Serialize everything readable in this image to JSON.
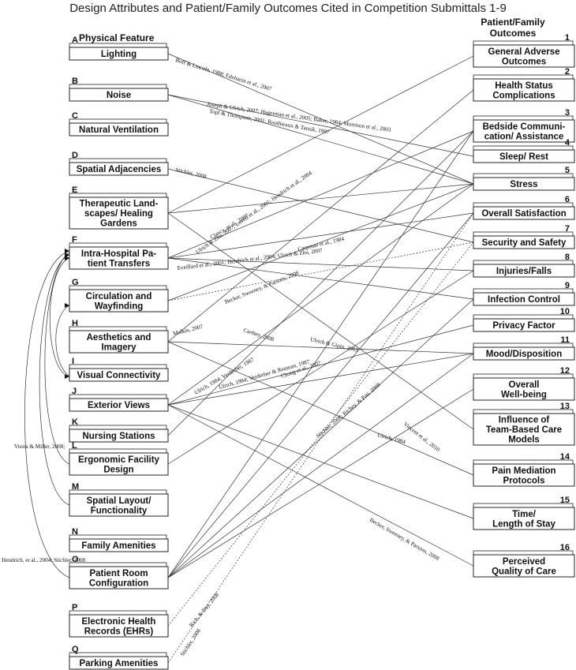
{
  "title": "Design Attributes and Patient/Family Outcomes Cited in Competition Submittals 1-9",
  "left_header": "Physical Feature",
  "right_header": [
    "Patient/Family",
    "Outcomes"
  ],
  "features": [
    {
      "letter": "A",
      "lines": [
        "Lighting"
      ]
    },
    {
      "letter": "B",
      "lines": [
        "Noise"
      ]
    },
    {
      "letter": "C",
      "lines": [
        "Natural Ventilation"
      ]
    },
    {
      "letter": "D",
      "lines": [
        "Spatial Adjacencies"
      ]
    },
    {
      "letter": "E",
      "lines": [
        "Therapeutic Land-",
        "scapes/ Healing",
        "Gardens"
      ]
    },
    {
      "letter": "F",
      "lines": [
        "Intra-Hospital Pa-",
        "tient Transfers"
      ]
    },
    {
      "letter": "G",
      "lines": [
        "Circulation and",
        "Wayfinding"
      ]
    },
    {
      "letter": "H",
      "lines": [
        "Aesthetics and",
        "Imagery"
      ]
    },
    {
      "letter": "I",
      "lines": [
        "Visual Connectivity"
      ]
    },
    {
      "letter": "J",
      "lines": [
        "Exterior Views"
      ]
    },
    {
      "letter": "K",
      "lines": [
        "Nursing Stations"
      ]
    },
    {
      "letter": "L",
      "lines": [
        "Ergonomic Facility",
        "Design"
      ]
    },
    {
      "letter": "M",
      "lines": [
        "Spatial Layout/",
        "Functionality"
      ]
    },
    {
      "letter": "N",
      "lines": [
        "Family Amenities"
      ]
    },
    {
      "letter": "O",
      "lines": [
        "Patient Room",
        "Configuration"
      ]
    },
    {
      "letter": "P",
      "lines": [
        "Electronic Health",
        "Records (EHRs)"
      ]
    },
    {
      "letter": "Q",
      "lines": [
        "Parking Amenities"
      ]
    }
  ],
  "outcomes": [
    {
      "number": "1",
      "lines": [
        "General Adverse",
        "Outcomes"
      ]
    },
    {
      "number": "2",
      "lines": [
        "Health Status",
        "Complications"
      ]
    },
    {
      "number": "3",
      "lines": [
        "Bedside Communi-",
        "cation/ Assistance"
      ]
    },
    {
      "number": "4",
      "lines": [
        "Sleep/ Rest"
      ]
    },
    {
      "number": "5",
      "lines": [
        "Stress"
      ]
    },
    {
      "number": "6",
      "lines": [
        "Overall Satisfaction"
      ]
    },
    {
      "number": "7",
      "lines": [
        "Security and Safety"
      ]
    },
    {
      "number": "8",
      "lines": [
        "Injuries/Falls"
      ]
    },
    {
      "number": "9",
      "lines": [
        "Infection Control"
      ]
    },
    {
      "number": "10",
      "lines": [
        "Privacy Factor"
      ]
    },
    {
      "number": "11",
      "lines": [
        "Mood/Disposition"
      ]
    },
    {
      "number": "12",
      "lines": [
        "Overall",
        "Well-being"
      ]
    },
    {
      "number": "13",
      "lines": [
        "Influence of",
        "Team-Based Care",
        "Models"
      ]
    },
    {
      "number": "14",
      "lines": [
        "Pain Mediation",
        "Protocols"
      ]
    },
    {
      "number": "15",
      "lines": [
        "Time/",
        "Length of Stay"
      ]
    },
    {
      "number": "16",
      "lines": [
        "Perceived",
        "Quality of Care"
      ]
    }
  ],
  "citations": [
    "Boff & Lincoln, 1988; Edelstein et al., 2007",
    "Joseph & Ulrich, 2007; Hagerman et al., 2005; Baker, 1984; Morrison et al., 2003",
    "Topf & Thompson, 2001; Routhieaux & Tansik, 1997",
    "Stichler, 2008",
    "Ulrich & Zhu, 2007; Lovell et al., 2001; Hendrich et al., 2004",
    "Clancy, et al., 2007",
    "Carpman et al., 1984",
    "Eveillard et al., 2001; Hendrich et al., 2004; Ulrich & Zhu, 2007",
    "Becker, Sweeney, & Parsons, 2008",
    "Malkin, 2007",
    "Carthey, 2008",
    "Ulrich & Gipin, 2003",
    "Ulrich, 1984; Verderber, 1987",
    "Ulrich, 1984; Verderber & Reuman, 1987",
    "Chong et al., 2007",
    "Ulrich, 1984",
    "Becker, Sweeney, & Parsons, 2008",
    "Vincent et al., 2010",
    "Stichler, 2008; Richey, & Pati, 2008",
    "Vieira & Miller, 2008;",
    "Hendrich, et al., 2004; Stichler, 2008",
    "Rich, & Day, 2008",
    "Stichler, 2008"
  ],
  "links": [
    {
      "from": "A",
      "to": "5"
    },
    {
      "from": "B",
      "to": "4"
    },
    {
      "from": "B",
      "to": "5"
    },
    {
      "from": "D",
      "to": "7"
    },
    {
      "from": "E",
      "to": "1"
    },
    {
      "from": "E",
      "to": "5"
    },
    {
      "from": "E",
      "to": "13"
    },
    {
      "from": "F",
      "to": "3"
    },
    {
      "from": "F",
      "to": "6"
    },
    {
      "from": "F",
      "to": "8"
    },
    {
      "from": "F",
      "to": "9"
    },
    {
      "from": "G",
      "to": "5"
    },
    {
      "from": "G",
      "to": "7"
    },
    {
      "from": "H",
      "to": "2"
    },
    {
      "from": "H",
      "to": "11"
    },
    {
      "from": "H",
      "to": "14"
    },
    {
      "from": "J",
      "to": "5"
    },
    {
      "from": "J",
      "to": "10"
    },
    {
      "from": "J",
      "to": "11"
    },
    {
      "from": "J",
      "to": "15"
    },
    {
      "from": "J",
      "to": "16"
    },
    {
      "from": "K",
      "to": "3"
    },
    {
      "from": "L",
      "to": "8"
    },
    {
      "from": "O",
      "to": "3"
    },
    {
      "from": "O",
      "to": "6"
    },
    {
      "from": "O",
      "to": "9"
    },
    {
      "from": "O",
      "to": "11"
    },
    {
      "from": "O",
      "to": "12"
    },
    {
      "from": "P",
      "to": "7"
    },
    {
      "from": "Q",
      "to": "6"
    }
  ]
}
